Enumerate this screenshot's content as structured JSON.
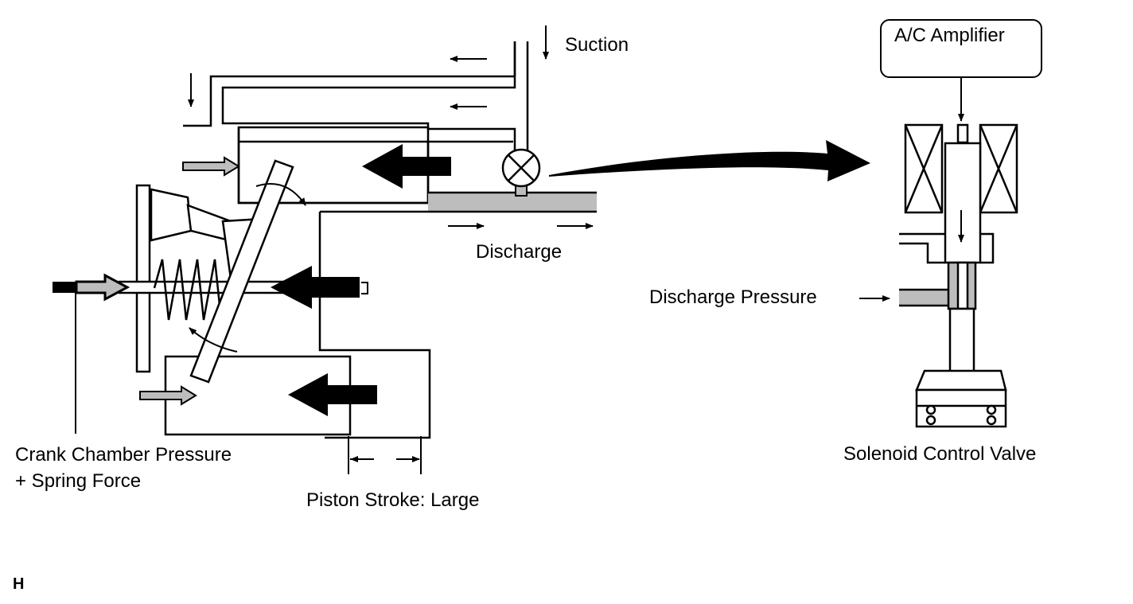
{
  "labels": {
    "suction": "Suction",
    "discharge": "Discharge",
    "discharge_pressure": "Discharge Pressure",
    "crank_line1": "Crank Chamber Pressure",
    "crank_line2": "+ Spring Force",
    "piston_stroke": "Piston Stroke: Large",
    "ac_amplifier": "A/C Amplifier",
    "solenoid_valve": "Solenoid Control Valve",
    "corner_mark": "H"
  },
  "colors": {
    "line": "#000000",
    "pressure_fill": "#bdbdbd",
    "background": "#ffffff"
  }
}
